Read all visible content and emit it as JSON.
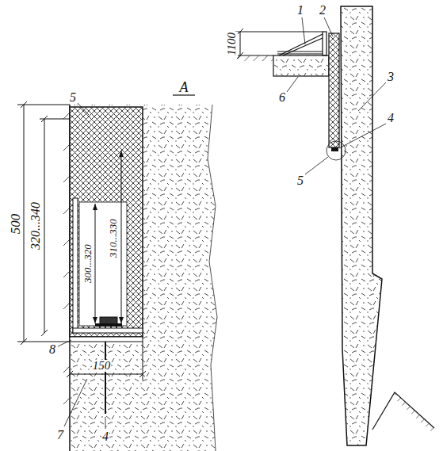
{
  "diagram": {
    "labels": [
      "A",
      "5",
      "500",
      "320...340",
      "300...320",
      "310...330",
      "150",
      "8",
      "7",
      "4",
      "1100",
      "1",
      "2",
      "3",
      "4",
      "5",
      "6"
    ]
  }
}
